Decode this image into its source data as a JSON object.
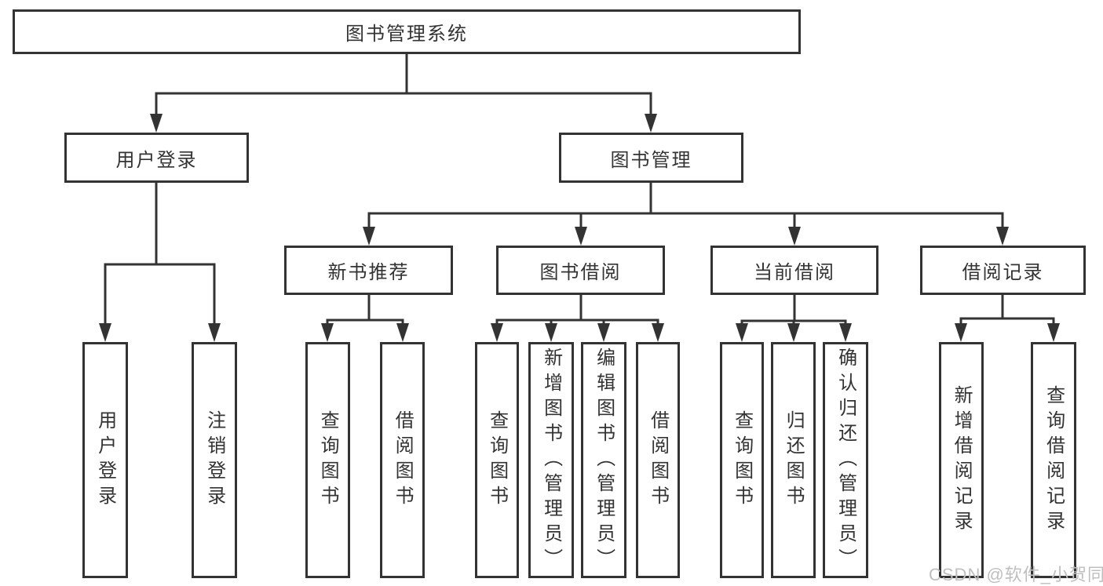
{
  "diagram": {
    "root": {
      "label": "图书管理系统"
    },
    "level2": [
      {
        "label": "用户登录"
      },
      {
        "label": "图书管理"
      }
    ],
    "level3": [
      {
        "label": "新书推荐"
      },
      {
        "label": "图书借阅"
      },
      {
        "label": "当前借阅"
      },
      {
        "label": "借阅记录"
      }
    ],
    "leaves": {
      "user_login": [
        {
          "label": "用户登录"
        },
        {
          "label": "注销登录"
        }
      ],
      "new_book": [
        {
          "label": "查询图书"
        },
        {
          "label": "借阅图书"
        }
      ],
      "book_borrow": [
        {
          "label": "查询图书"
        },
        {
          "label": "新增图书（管理员）"
        },
        {
          "label": "编辑图书（管理员）"
        },
        {
          "label": "借阅图书"
        }
      ],
      "current_borrow": [
        {
          "label": "查询图书"
        },
        {
          "label": "归还图书"
        },
        {
          "label": "确认归还（管理员）"
        }
      ],
      "borrow_record": [
        {
          "label": "新增借阅记录"
        },
        {
          "label": "查询借阅记录"
        }
      ]
    },
    "colors": {
      "line": "#333333",
      "box_background": "#ffffff",
      "text": "#333333",
      "watermark": "#bfbfbf"
    }
  },
  "watermark": {
    "text": "CSDN @软件_小贺同学"
  }
}
